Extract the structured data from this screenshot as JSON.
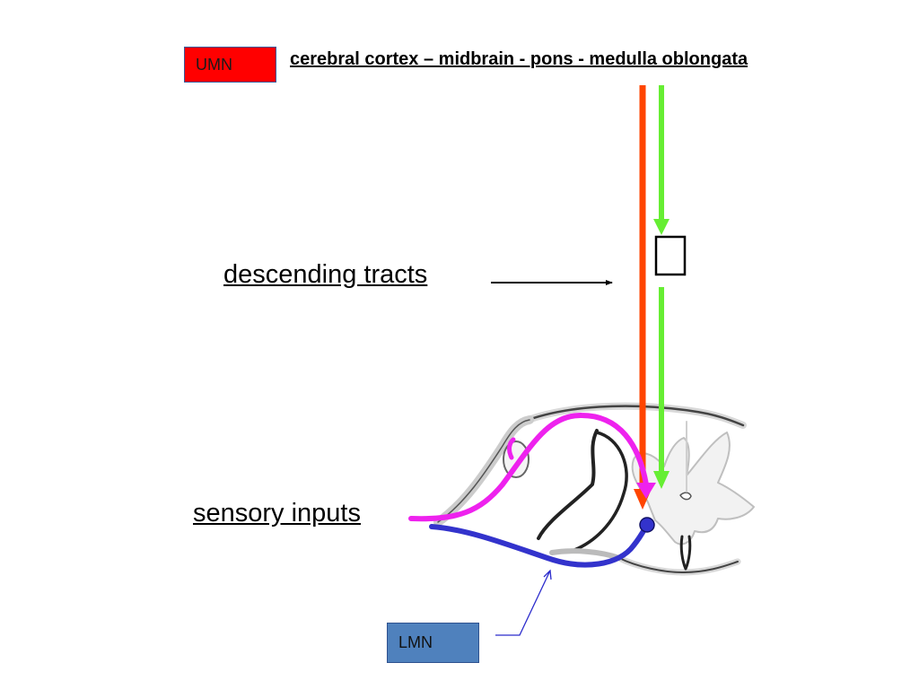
{
  "umn": {
    "label": "UMN",
    "color": "#ff0000"
  },
  "title": "cerebral cortex – midbrain - pons - medulla oblongata",
  "descending_label": "descending tracts",
  "sensory_label": "sensory inputs",
  "lmn": {
    "label": "LMN",
    "color": "#4f81bd"
  },
  "colors": {
    "red_tract": "#ff4500",
    "green_tract": "#66ee33",
    "sensory_fiber": "#ee22ee",
    "motor_fiber": "#3333cc",
    "outline": "#333333"
  },
  "symbol_box": "□"
}
